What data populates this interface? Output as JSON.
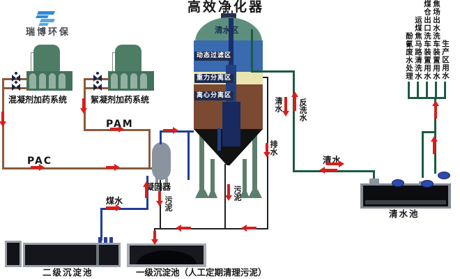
{
  "logo": {
    "text": "瑞博环保"
  },
  "title": "高效净化器",
  "dosing": {
    "system1": "混凝剂加药系统",
    "system2": "絮凝剂加药系统"
  },
  "chemicals": {
    "pac": "PAC",
    "pam": "PAM"
  },
  "purifier": {
    "zone_clear": "清水区",
    "zone_dynamic_filter": "动态过滤区",
    "zone_gravity": "重力分离区",
    "zone_centrifugal": "离心分离区"
  },
  "streams": {
    "coal_water": "煤水",
    "sludge_coagulator": "污泥",
    "sludge_purifier": "污泥",
    "drain": "排水",
    "clear_down": "清水",
    "backwash": "反洗水",
    "clear_line": "清水"
  },
  "equipment": {
    "coagulator": "凝固器",
    "clear_pool": "清水池",
    "secondary_tank": "二级沉淀池",
    "primary_tank": "一级沉淀池（人工定期清理污泥）"
  },
  "outputs": [
    "酚氰废水处理",
    "运煤焦马路清洗水",
    "煤仓出口洗车装置用水",
    "焦场出水洗车装置用水",
    "生产区用水"
  ],
  "colors": {
    "pipe_brown": "#8a5a3c",
    "pipe_green": "#1c5b41",
    "pipe_blue": "#1d3d9c",
    "pipe_black": "#1f1f1f",
    "arrow_red": "#d81e1e",
    "dome": "#5e8f7e",
    "zone_blue": "#3a6ab0",
    "zone_cream": "#e9e5ae",
    "zone_brown": "#7a4a33",
    "tank_green": "#4e7d66",
    "logo_blue": "#2e8ad6"
  }
}
